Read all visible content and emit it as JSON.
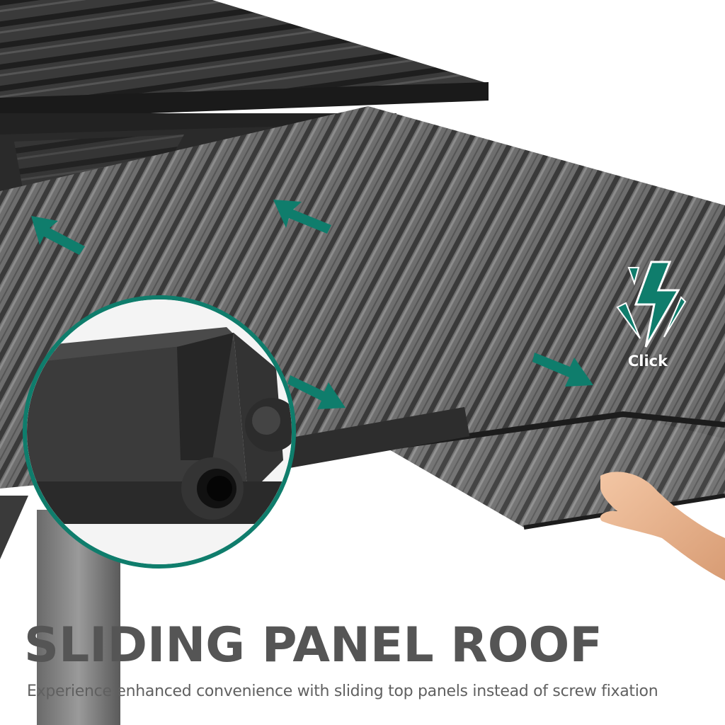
{
  "headline": "SLIDING PANEL ROOF",
  "subline": "Experience enhanced convenience with sliding top panels instead of screw fixation",
  "click_label": "Click",
  "colors": {
    "accent": "#0f7d6c",
    "roof_dark": "#2b2b2b",
    "roof_mid": "#5a5a5a",
    "roof_light": "#8a8a8a",
    "headline_text": "#555555",
    "subline_text": "#606060"
  },
  "icons": [
    "lightning-click-icon",
    "arrow-up-left-icon",
    "arrow-down-right-icon"
  ]
}
